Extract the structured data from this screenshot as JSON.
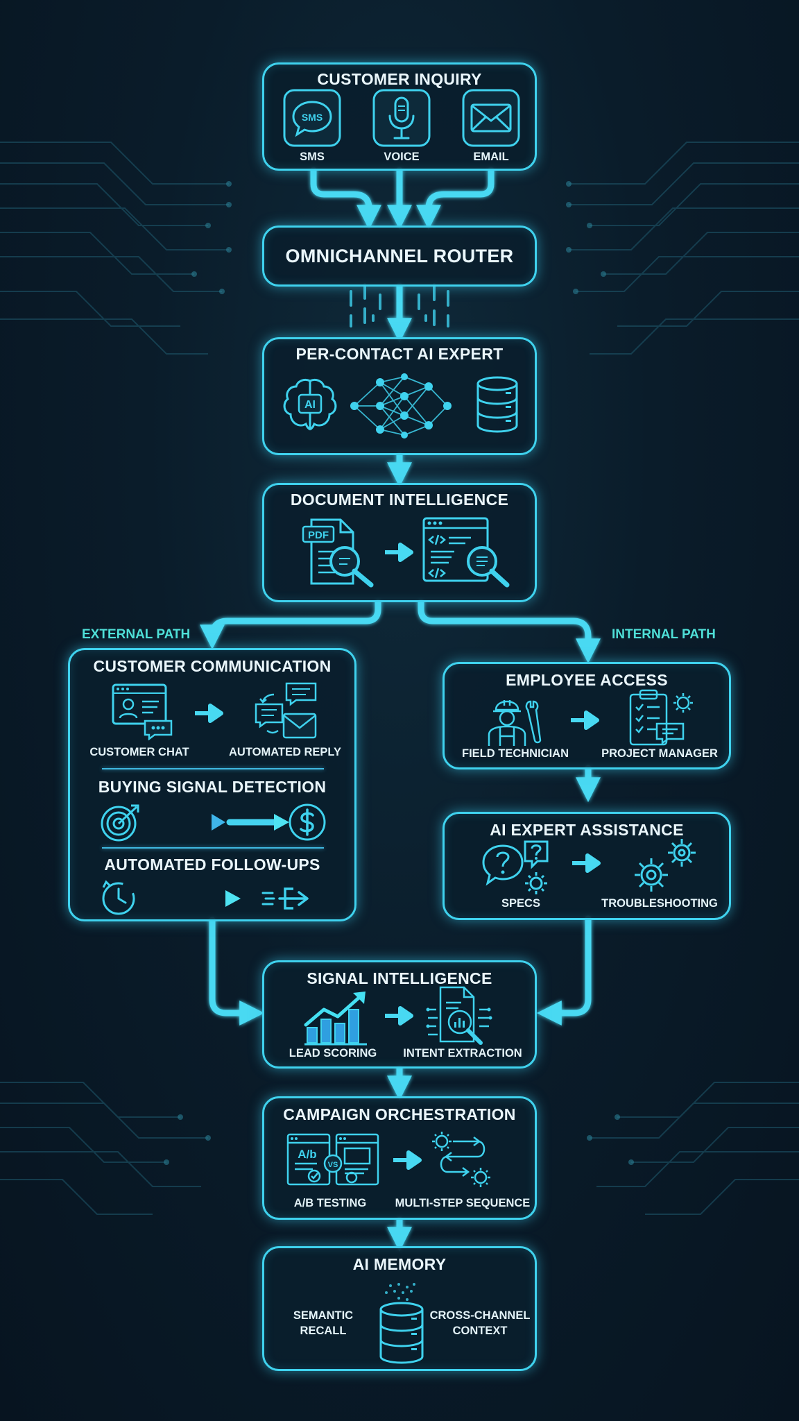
{
  "colors": {
    "accent": "#3fd2ee",
    "text": "#eaf6fb",
    "path_label": "#4fe0d8",
    "background": "#0a1c2a"
  },
  "nodes": {
    "customer_inquiry": {
      "title": "CUSTOMER INQUIRY",
      "channels": [
        "SMS",
        "VOICE",
        "EMAIL"
      ],
      "sms_badge": "SMS"
    },
    "router": {
      "title": "OMNICHANNEL ROUTER"
    },
    "ai_expert": {
      "title": "PER-CONTACT AI EXPERT",
      "brain_badge": "AI"
    },
    "doc_intel": {
      "title": "DOCUMENT INTELLIGENCE",
      "pdf_badge": "PDF"
    },
    "external": {
      "path_label": "EXTERNAL PATH",
      "title": "CUSTOMER COMMUNICATION",
      "labels": [
        "CUSTOMER CHAT",
        "AUTOMATED REPLY"
      ],
      "buying_title": "BUYING SIGNAL DETECTION",
      "followups_title": "AUTOMATED FOLLOW-UPS"
    },
    "internal": {
      "path_label": "INTERNAL PATH",
      "title": "EMPLOYEE ACCESS",
      "labels": [
        "FIELD TECHNICIAN",
        "PROJECT MANAGER"
      ]
    },
    "assistance": {
      "title": "AI EXPERT ASSISTANCE",
      "labels": [
        "SPECS",
        "TROUBLESHOOTING"
      ]
    },
    "signal": {
      "title": "SIGNAL INTELLIGENCE",
      "labels": [
        "LEAD SCORING",
        "INTENT EXTRACTION"
      ]
    },
    "campaign": {
      "title": "CAMPAIGN ORCHESTRATION",
      "labels": [
        "A/B TESTING",
        "MULTI-STEP SEQUENCE"
      ],
      "ab_badge": "A/b",
      "vs_badge": "VS"
    },
    "memory": {
      "title": "AI MEMORY",
      "labels": [
        "SEMANTIC",
        "RECALL",
        "CROSS-CHANNEL",
        "CONTEXT"
      ]
    }
  },
  "icons": [
    "sms-bubble-icon",
    "microphone-icon",
    "envelope-icon",
    "brain-icon",
    "neural-network-icon",
    "database-icon",
    "pdf-search-icon",
    "code-search-icon",
    "chat-profile-icon",
    "reply-envelope-icon",
    "target-icon",
    "dollar-icon",
    "clock-icon",
    "exit-arrow-icon",
    "technician-icon",
    "clipboard-icon",
    "question-gear-icon",
    "gears-icon",
    "growth-chart-icon",
    "document-analysis-icon",
    "ab-test-icon",
    "workflow-icon",
    "memory-database-icon"
  ]
}
